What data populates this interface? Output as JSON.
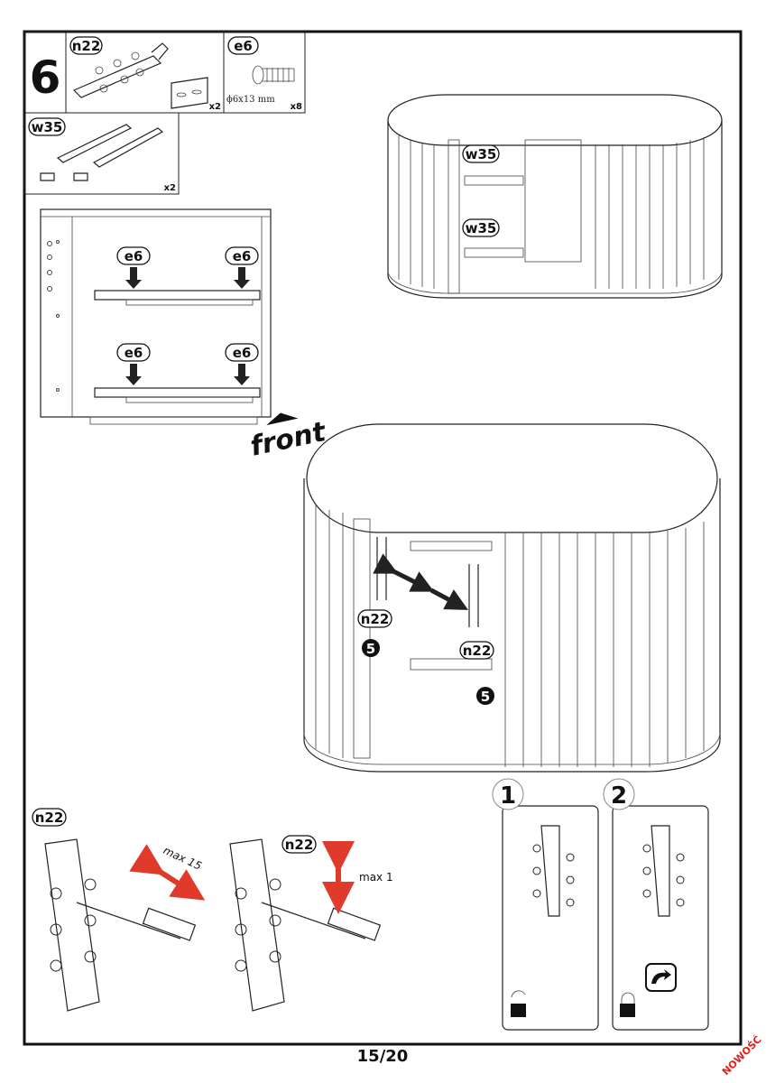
{
  "step": {
    "number": "6"
  },
  "parts": [
    {
      "code": "n22",
      "quantity": "x2"
    },
    {
      "code": "e6",
      "quantity": "x8",
      "spec": "ϕ6x13 mm"
    },
    {
      "code": "w35",
      "quantity": "x2"
    }
  ],
  "left_diagram": {
    "screw_labels": [
      "e6",
      "e6",
      "e6",
      "e6"
    ],
    "direction_label": "front"
  },
  "top_cabinet": {
    "slide_labels": [
      "w35",
      "w35"
    ]
  },
  "main_cabinet": {
    "hinge_labels": [
      "n22",
      "n22"
    ],
    "step_refs": [
      "5",
      "5"
    ]
  },
  "adjustment": {
    "hinge_label_1": "n22",
    "depth_label": "max 15",
    "hinge_label_2": "n22",
    "height_label": "max 1"
  },
  "lock_steps": [
    {
      "number": "1"
    },
    {
      "number": "2"
    }
  ],
  "footer": {
    "page": "15/20",
    "badge": "NOWOŚĆ"
  },
  "colors": {
    "arrow": "#e03a2a",
    "badge": "#e0201a",
    "frame": "#111111"
  }
}
